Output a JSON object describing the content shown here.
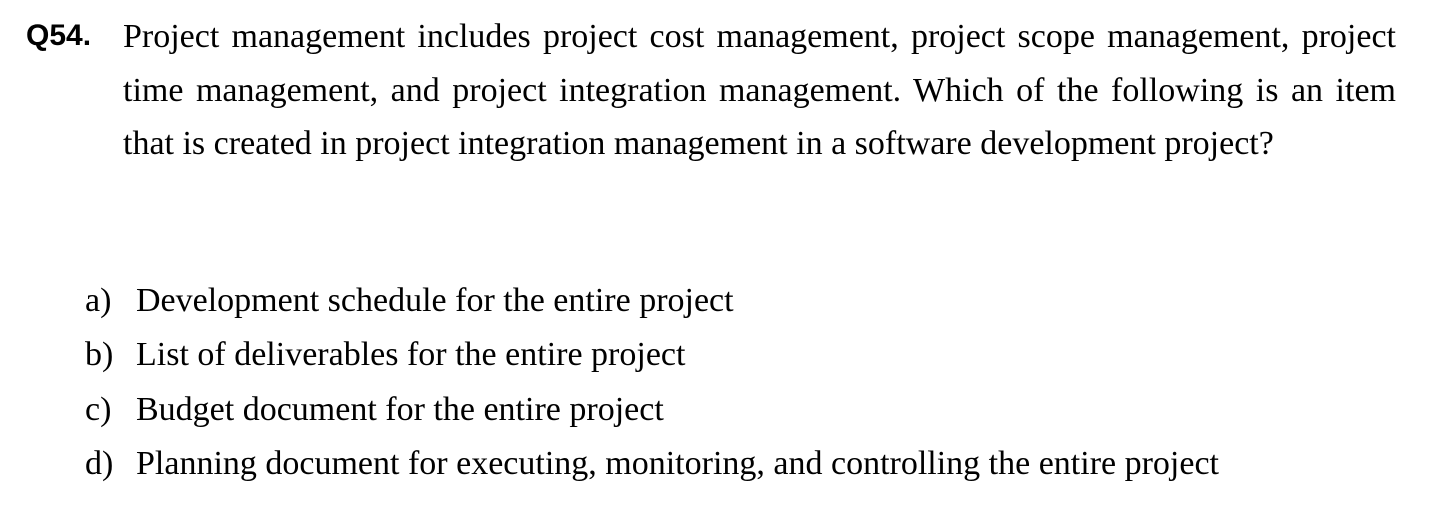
{
  "question": {
    "number": "Q54.",
    "text": "Project management includes project cost management, project scope management, project time management, and project integration management. Which of the following is an item that is created in project integration management in a software development project?"
  },
  "options": [
    {
      "letter": "a)",
      "text": "Development schedule for the entire project"
    },
    {
      "letter": "b)",
      "text": "List of deliverables for the entire project"
    },
    {
      "letter": "c)",
      "text": "Budget document for the entire project"
    },
    {
      "letter": "d)",
      "text": "Planning document for executing, monitoring, and controlling the entire project"
    }
  ]
}
